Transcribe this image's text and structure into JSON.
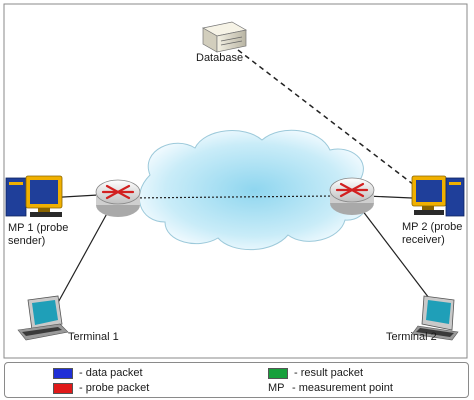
{
  "labels": {
    "database": "Database",
    "mp1": "MP 1 (probe\nsender)",
    "mp2": "MP 2 (probe\nreceiver)",
    "terminal1": "Terminal 1",
    "terminal2": "Terminal 2"
  },
  "legend": {
    "data_packet": {
      "label": "- data packet",
      "color": "#1f2fd6"
    },
    "probe_packet": {
      "label": "- probe packet",
      "color": "#e01a1a"
    },
    "result_packet": {
      "label": "- result packet",
      "color": "#18a03c"
    },
    "measurement_point": {
      "abbr": "MP",
      "label": "- measurement point"
    }
  },
  "colors": {
    "cloud_center": "#9fdcf2",
    "cloud_edge": "#f2fbff",
    "router": "#e6e6e6",
    "router_arrows": "#d22020",
    "pc_screen": "#1f3f9a",
    "pc_case": "#f0b000"
  }
}
